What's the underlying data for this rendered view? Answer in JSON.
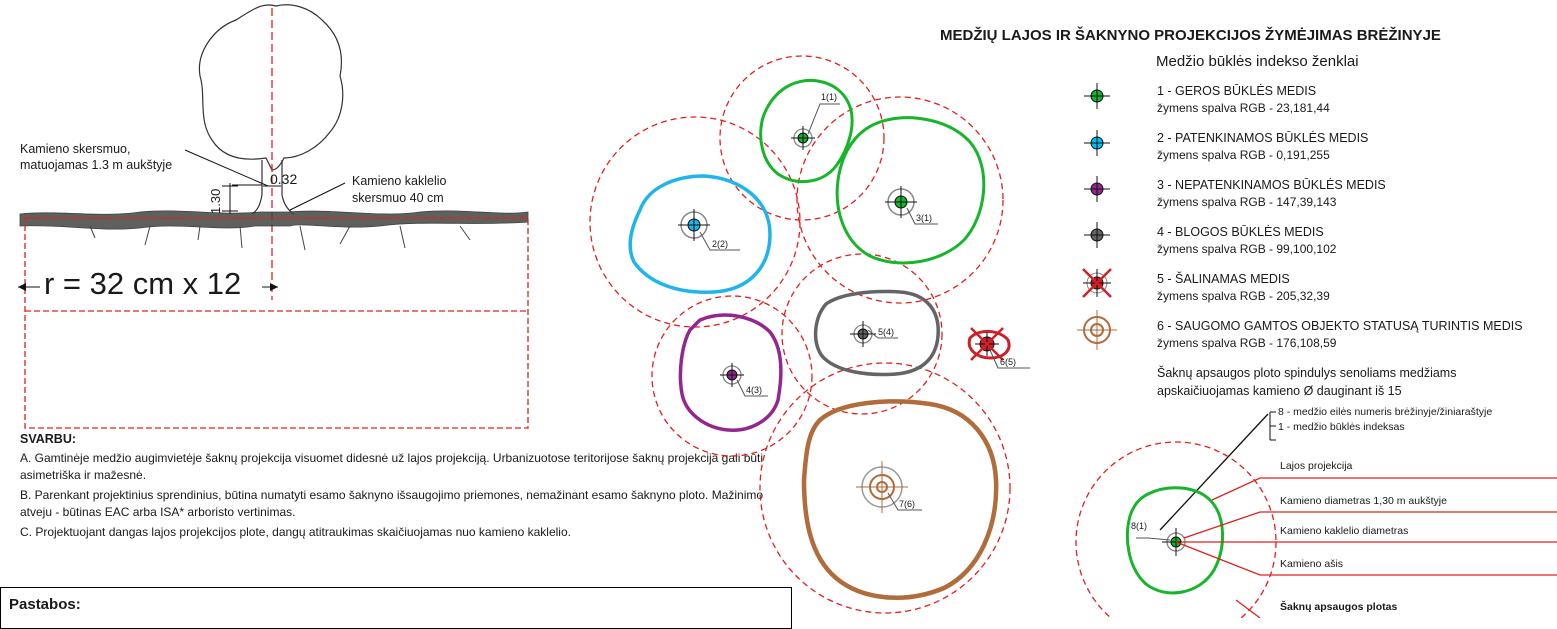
{
  "section": {
    "label_trunk_diameter_line1": "Kamieno skersmuo,",
    "label_trunk_diameter_line2": "matuojamas 1.3 m aukštyje",
    "label_collar_line1": "Kamieno kaklelio",
    "label_collar_line2": "skersmuo 40 cm",
    "dim_height": "1.30",
    "dim_diameter": "0.32",
    "radius_formula": "r = 32 cm x 12"
  },
  "important": {
    "heading": "SVARBU:",
    "a_line1": "A.   Gamtinėje medžio augimvietėje šaknų projekcija visuomet didesnė už lajos projekciją. Urbanizuotose teritorijose šaknų projekcija gali būti",
    "a_line2": "asimetriška ir mažesnė.",
    "b_line1": "B.   Parenkant projektinius sprendinius, būtina numatyti esamo šaknyno išsaugojimo priemones, nemažinant esamo šaknyno ploto. Mažinimo",
    "b_line2": "atveju - būtinas EAC arba ISA* arboristo vertinimas.",
    "c_line1": "C.   Projektuojant dangas lajos projekcijos plote, dangų atitraukimas skaičiuojamas nuo kamieno kaklelio."
  },
  "pastabos": {
    "label": "Pastabos:"
  },
  "trees": [
    {
      "tag": "1(1)"
    },
    {
      "tag": "2(2)"
    },
    {
      "tag": "3(1)"
    },
    {
      "tag": "4(3)"
    },
    {
      "tag": "5(4)"
    },
    {
      "tag": "6(5)"
    },
    {
      "tag": "7(6)"
    }
  ],
  "legend": {
    "title": "MEDŽIŲ LAJOS IR ŠAKNYNO PROJEKCIJOS ŽYMĖJIMAS BRĖŽINYJE",
    "heading": "Medžio būklės indekso ženklai",
    "rgb_prefix": "žymens spalva RGB - ",
    "items": [
      {
        "name": "1 - GEROS BŪKLĖS MEDIS",
        "rgb": "23,181,44",
        "color": "#17b52c"
      },
      {
        "name": "2 - PATENKINAMOS BŪKLĖS MEDIS",
        "rgb": " 0,191,255",
        "color": "#00bfff"
      },
      {
        "name": "3 - NEPATENKINAMOS BŪKLĖS MEDIS",
        "rgb": " 147,39,143",
        "color": "#93278f"
      },
      {
        "name": "4 - BLOGOS BŪKLĖS MEDIS",
        "rgb": "99,100,102",
        "color": "#636466"
      },
      {
        "name": "5 - ŠALINAMAS MEDIS",
        "rgb": "205,32,39",
        "color": "#cd2027"
      },
      {
        "name": "6 - SAUGOMO GAMTOS OBJEKTO STATUSĄ TURINTIS MEDIS",
        "rgb": "176,108,59",
        "color": "#b06c3b"
      }
    ],
    "note_line1": "Šaknų apsaugos ploto spindulys senoliams medžiams",
    "note_line2": "apskaičiuojamas kamieno Ø dauginant iš 15"
  },
  "detail": {
    "index_line1": "8 - medžio eilės numeris brėžinyje/žiniaraštyje",
    "index_line2": "1 - medžio būklės indeksas",
    "tag": "8(1)",
    "lajos": "Lajos projekcija",
    "kamieno_diam": "Kamieno diametras 1,30 m aukštyje",
    "kaklelio": "Kamieno kaklelio diametras",
    "asis": "Kamieno ašis",
    "saknu": "Šaknų apsaugos plotas"
  },
  "colors": {
    "red_dash": "#e0201c",
    "brown": "#b06c3b"
  }
}
